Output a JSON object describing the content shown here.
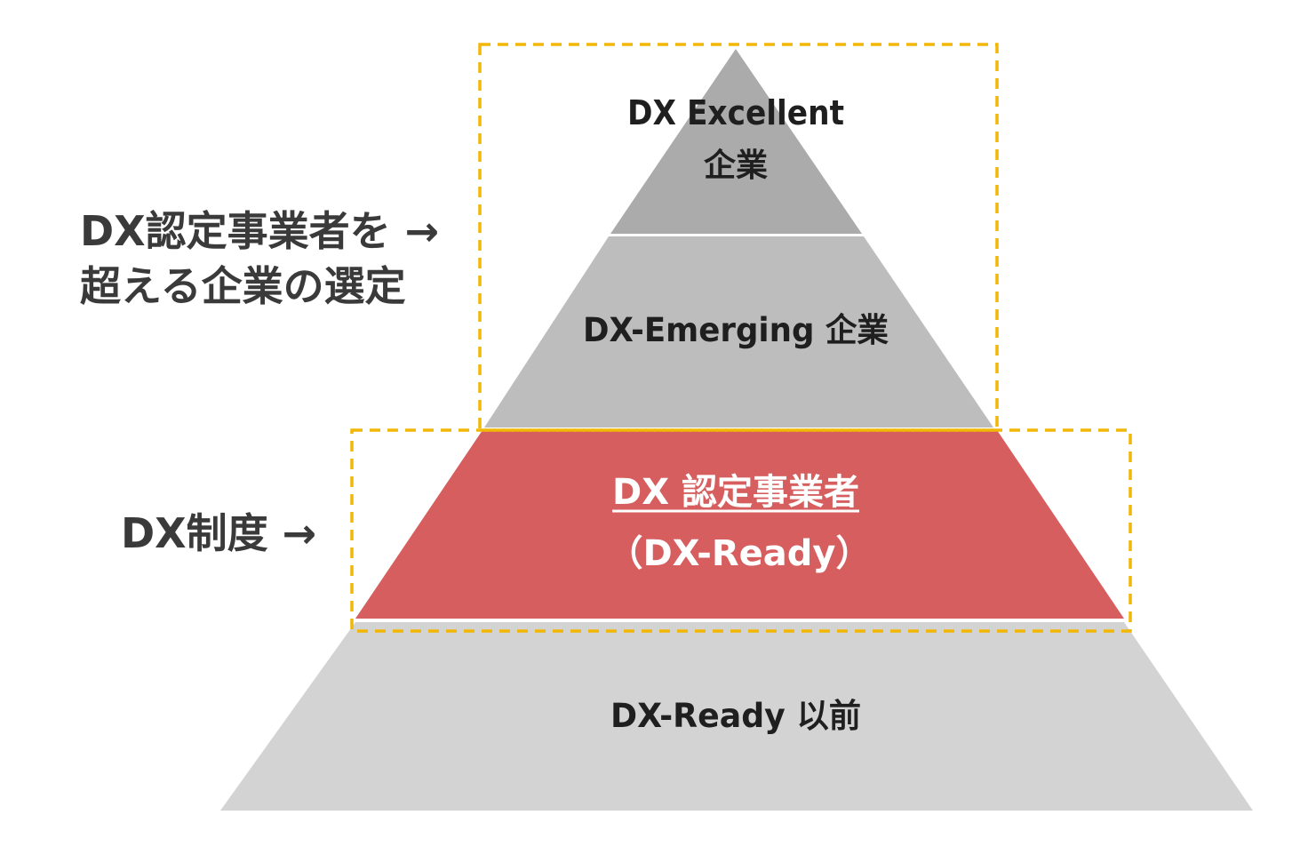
{
  "diagram": {
    "tiers": [
      {
        "id": "excellent",
        "line1": "DX Excellent",
        "line2": "企業",
        "color": "#ababab"
      },
      {
        "id": "emerging",
        "line1": "DX-Emerging 企業",
        "color": "#bdbdbd"
      },
      {
        "id": "ready",
        "line1": "DX 認定事業者",
        "line2": "（DX-Ready）",
        "color": "#d65e5e"
      },
      {
        "id": "pre-ready",
        "line1": "DX-Ready 以前",
        "color": "#d3d3d3"
      }
    ],
    "side_labels": {
      "upper_line1": "DX認定事業者を →",
      "upper_line2": "超える企業の選定",
      "lower": "DX制度 →"
    },
    "highlight_color": "#f2b705"
  }
}
